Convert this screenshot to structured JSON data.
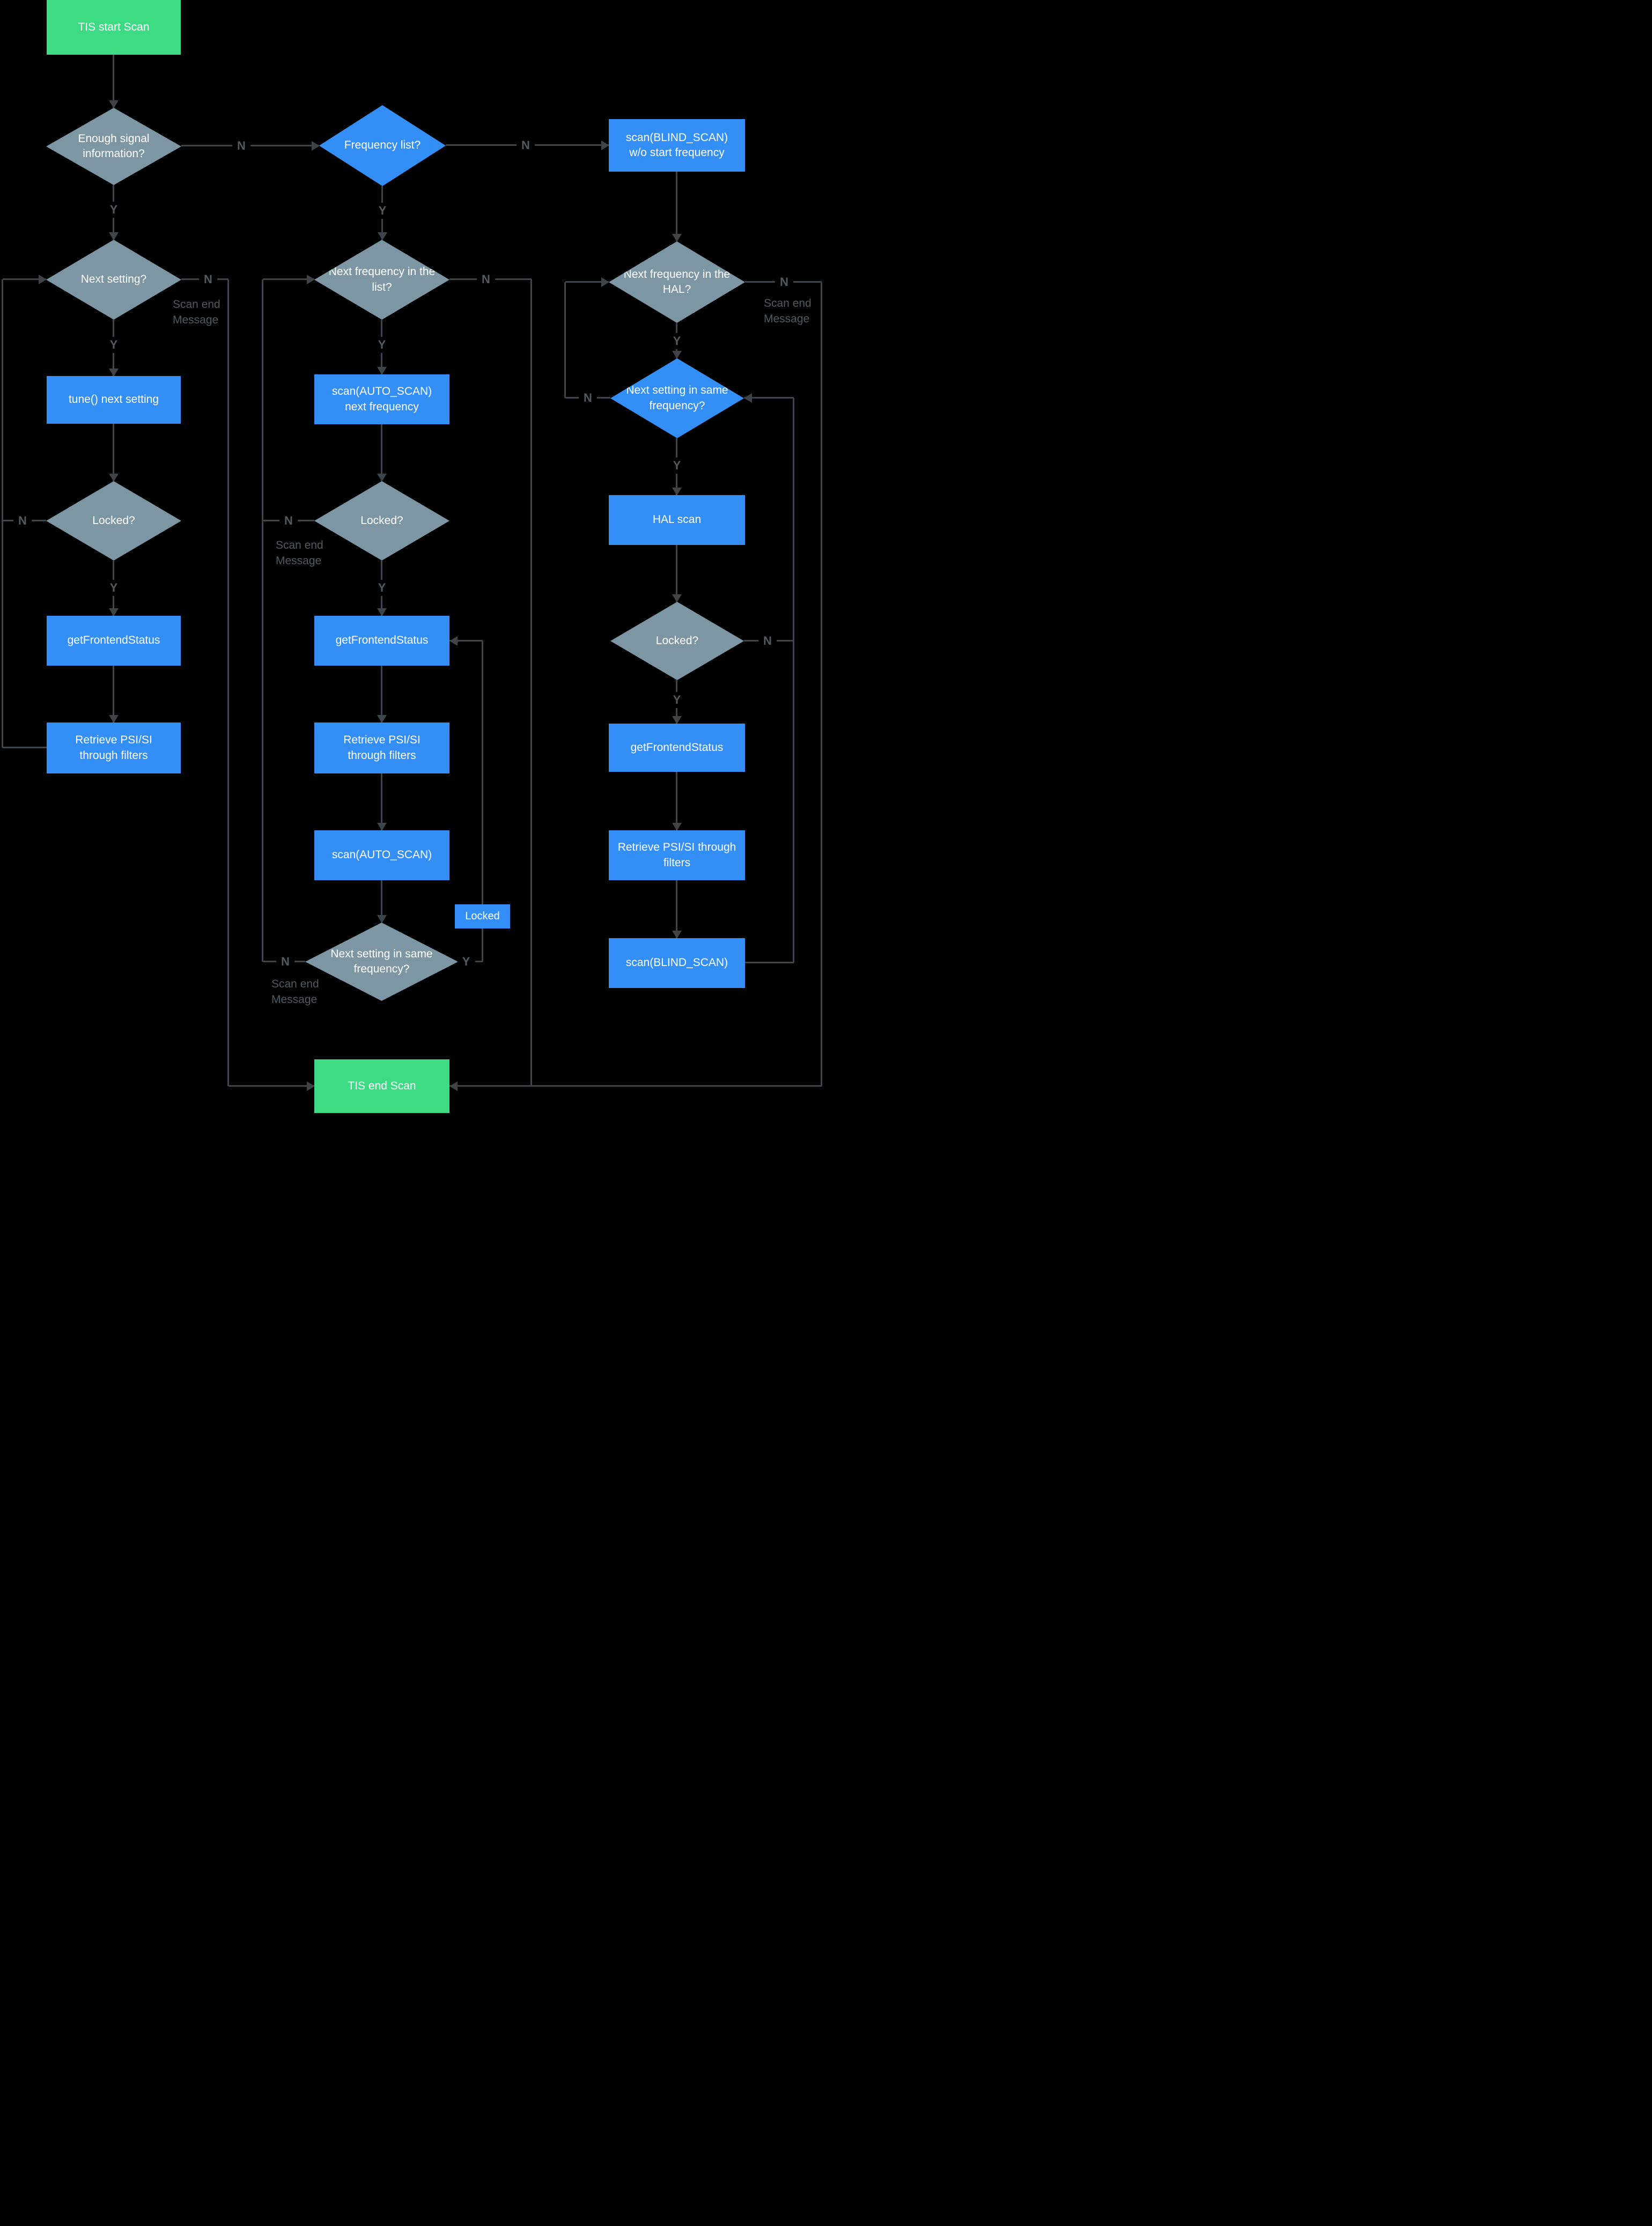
{
  "title": "TIS scan flowchart",
  "colors": {
    "start_end_green": "#3DDC84",
    "process_blue": "#338FF6",
    "decision_slate": "#7C97A3",
    "line_gray": "#3F4448",
    "label_gray": "#525A60",
    "node_text": "#FFFFFF",
    "background": "#000000"
  },
  "labels": {
    "yes": "Y",
    "no": "N",
    "scan_end_message": "Scan end\nMessage"
  },
  "nodes": {
    "tis_start": {
      "type": "start",
      "label": "TIS start Scan"
    },
    "enough_signal": {
      "type": "decision",
      "label": "Enough signal information?"
    },
    "frequency_list": {
      "type": "decision",
      "label": "Frequency list?"
    },
    "scan_blind_wo_start": {
      "type": "process",
      "label": "scan(BLIND_SCAN) w/o start frequency"
    },
    "next_setting": {
      "type": "decision",
      "label": "Next setting?"
    },
    "next_frequency_list": {
      "type": "decision",
      "label": "Next frequency in the list?"
    },
    "next_frequency_hal": {
      "type": "decision",
      "label": "Next frequency in the HAL?"
    },
    "tune_next_setting": {
      "type": "process",
      "label": "tune() next setting"
    },
    "scan_auto_next_frequency": {
      "type": "process",
      "label": "scan(AUTO_SCAN) next frequency"
    },
    "next_setting_same_freq_right": {
      "type": "decision",
      "label": "Next setting in same frequency?"
    },
    "locked_left": {
      "type": "decision",
      "label": "Locked?"
    },
    "locked_middle": {
      "type": "decision",
      "label": "Locked?"
    },
    "hal_scan": {
      "type": "process",
      "label": "HAL scan"
    },
    "locked_right": {
      "type": "decision",
      "label": "Locked?"
    },
    "get_frontend_status_left": {
      "type": "process",
      "label": "getFrontendStatus"
    },
    "get_frontend_status_middle": {
      "type": "process",
      "label": "getFrontendStatus"
    },
    "get_frontend_status_right": {
      "type": "process",
      "label": "getFrontendStatus"
    },
    "retrieve_psi_left": {
      "type": "process",
      "label": "Retrieve PSI/SI through filters"
    },
    "retrieve_psi_middle": {
      "type": "process",
      "label": "Retrieve PSI/SI through filters"
    },
    "retrieve_psi_right": {
      "type": "process",
      "label": "Retrieve PSI/SI through filters"
    },
    "scan_auto": {
      "type": "process",
      "label": "scan(AUTO_SCAN)"
    },
    "locked_tag": {
      "type": "condition-label",
      "label": "Locked"
    },
    "scan_blind": {
      "type": "process",
      "label": "scan(BLIND_SCAN)"
    },
    "next_setting_same_freq_middle": {
      "type": "decision",
      "label": "Next setting in same frequency?"
    },
    "tis_end": {
      "type": "end",
      "label": "TIS end Scan"
    }
  },
  "edges": [
    {
      "from": "tis_start",
      "to": "enough_signal"
    },
    {
      "from": "enough_signal",
      "to": "next_setting",
      "label": "Y"
    },
    {
      "from": "enough_signal",
      "to": "frequency_list",
      "label": "N"
    },
    {
      "from": "next_setting",
      "to": "tune_next_setting",
      "label": "Y"
    },
    {
      "from": "next_setting",
      "to": "tis_end",
      "label": "N",
      "note": "Scan end Message"
    },
    {
      "from": "tune_next_setting",
      "to": "locked_left"
    },
    {
      "from": "locked_left",
      "to": "get_frontend_status_left",
      "label": "Y"
    },
    {
      "from": "locked_left",
      "to": "next_setting",
      "label": "N"
    },
    {
      "from": "get_frontend_status_left",
      "to": "retrieve_psi_left"
    },
    {
      "from": "retrieve_psi_left",
      "to": "next_setting"
    },
    {
      "from": "frequency_list",
      "to": "next_frequency_list",
      "label": "Y"
    },
    {
      "from": "frequency_list",
      "to": "scan_blind_wo_start",
      "label": "N"
    },
    {
      "from": "next_frequency_list",
      "to": "scan_auto_next_frequency",
      "label": "Y"
    },
    {
      "from": "next_frequency_list",
      "to": "tis_end",
      "label": "N"
    },
    {
      "from": "scan_auto_next_frequency",
      "to": "locked_middle"
    },
    {
      "from": "locked_middle",
      "to": "get_frontend_status_middle",
      "label": "Y"
    },
    {
      "from": "locked_middle",
      "to": "next_frequency_list",
      "label": "N",
      "note": "Scan end Message"
    },
    {
      "from": "get_frontend_status_middle",
      "to": "retrieve_psi_middle"
    },
    {
      "from": "retrieve_psi_middle",
      "to": "scan_auto"
    },
    {
      "from": "scan_auto",
      "to": "next_setting_same_freq_middle"
    },
    {
      "from": "next_setting_same_freq_middle",
      "to": "get_frontend_status_middle",
      "label": "Y",
      "note": "Locked"
    },
    {
      "from": "next_setting_same_freq_middle",
      "to": "next_frequency_list",
      "label": "N",
      "note": "Scan end Message"
    },
    {
      "from": "scan_blind_wo_start",
      "to": "next_frequency_hal"
    },
    {
      "from": "next_frequency_hal",
      "to": "next_setting_same_freq_right",
      "label": "Y"
    },
    {
      "from": "next_frequency_hal",
      "to": "tis_end",
      "label": "N",
      "note": "Scan end Message"
    },
    {
      "from": "next_setting_same_freq_right",
      "to": "hal_scan",
      "label": "Y"
    },
    {
      "from": "next_setting_same_freq_right",
      "to": "next_frequency_hal",
      "label": "N"
    },
    {
      "from": "hal_scan",
      "to": "locked_right"
    },
    {
      "from": "locked_right",
      "to": "get_frontend_status_right",
      "label": "Y"
    },
    {
      "from": "locked_right",
      "to": "next_setting_same_freq_right",
      "label": "N"
    },
    {
      "from": "get_frontend_status_right",
      "to": "retrieve_psi_right"
    },
    {
      "from": "retrieve_psi_right",
      "to": "scan_blind"
    },
    {
      "from": "scan_blind",
      "to": "next_setting_same_freq_right"
    }
  ]
}
